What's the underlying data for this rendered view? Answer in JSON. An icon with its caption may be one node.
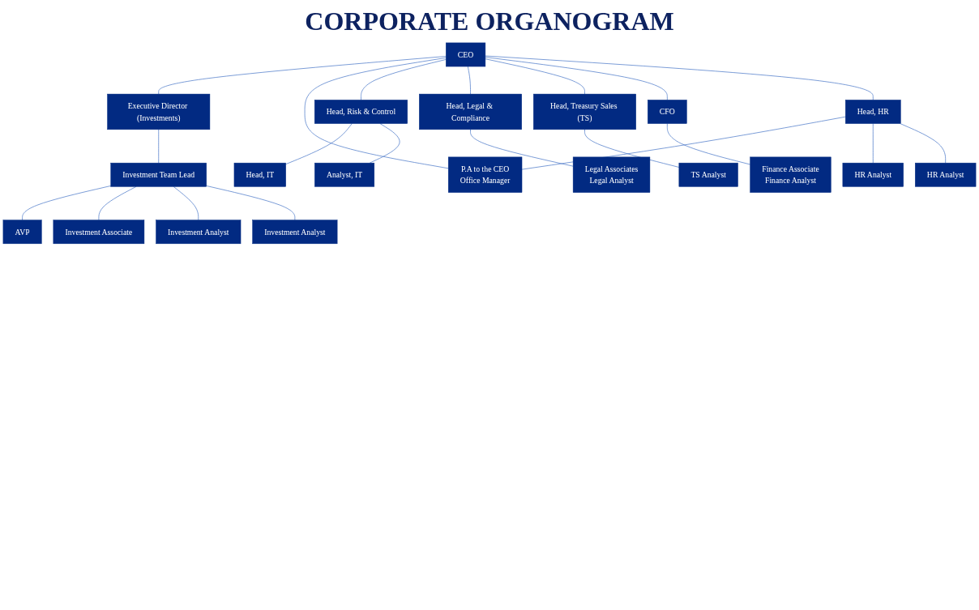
{
  "diagram": {
    "title": "CORPORATE ORGANOGRAM",
    "nodes": [
      {
        "text": [
          "CEO"
        ]
      },
      {
        "text": [
          "Executive Director (Investments)"
        ]
      },
      {
        "text": [
          "Investment Team Lead"
        ]
      },
      {
        "text": [
          "AVP"
        ]
      },
      {
        "text": [
          "Investment Associate"
        ]
      },
      {
        "text": [
          "Investment Analyst"
        ]
      },
      {
        "text": [
          "Investment Analyst"
        ]
      },
      {
        "text": [
          "P.A to the CEO",
          "Office Manager"
        ]
      },
      {
        "text": [
          "Head, Risk & Control"
        ]
      },
      {
        "text": [
          "Head, Legal & Compliance"
        ]
      },
      {
        "text": [
          "Head, Treasury Sales (TS)"
        ]
      },
      {
        "text": [
          "CFO"
        ]
      },
      {
        "text": [
          "Head, HR"
        ]
      },
      {
        "text": [
          "Head, IT"
        ]
      },
      {
        "text": [
          "Analyst, IT"
        ]
      },
      {
        "text": [
          "Legal Associates",
          "Legal Analyst"
        ]
      },
      {
        "text": [
          "TS Analyst"
        ]
      },
      {
        "text": [
          "Finance Associate",
          "Finance Analyst"
        ]
      },
      {
        "text": [
          "HR Analyst"
        ]
      },
      {
        "text": [
          "HR Analyst"
        ]
      }
    ],
    "edges": [
      {
        "from": 0,
        "to": 1,
        "arrow": "none"
      },
      {
        "from": 0,
        "to": 7,
        "arrow": "none"
      },
      {
        "from": 1,
        "to": 2,
        "arrow": "none"
      },
      {
        "from": 2,
        "to": 3,
        "arrow": "none"
      },
      {
        "from": 2,
        "to": 4,
        "arrow": "none"
      },
      {
        "from": 2,
        "to": 5,
        "arrow": "none"
      },
      {
        "from": 2,
        "to": 6,
        "arrow": "none"
      },
      {
        "from": 0,
        "to": 8,
        "arrow": "none"
      },
      {
        "from": 0,
        "to": 9,
        "arrow": "none"
      },
      {
        "from": 0,
        "to": 10,
        "arrow": "none"
      },
      {
        "from": 0,
        "to": 11,
        "arrow": "none"
      },
      {
        "from": 0,
        "to": 12,
        "arrow": "none"
      },
      {
        "from": 8,
        "to": 13,
        "arrow": "none"
      },
      {
        "from": 8,
        "to": 14,
        "arrow": "none"
      },
      {
        "from": 9,
        "to": 15,
        "arrow": "none"
      },
      {
        "from": 10,
        "to": 16,
        "arrow": "none"
      },
      {
        "from": 11,
        "to": 17,
        "arrow": "none"
      },
      {
        "from": 12,
        "to": 7,
        "arrow": "none"
      },
      {
        "from": 12,
        "to": 18,
        "arrow": "none"
      },
      {
        "from": 12,
        "to": 19,
        "arrow": "none"
      }
    ]
  }
}
